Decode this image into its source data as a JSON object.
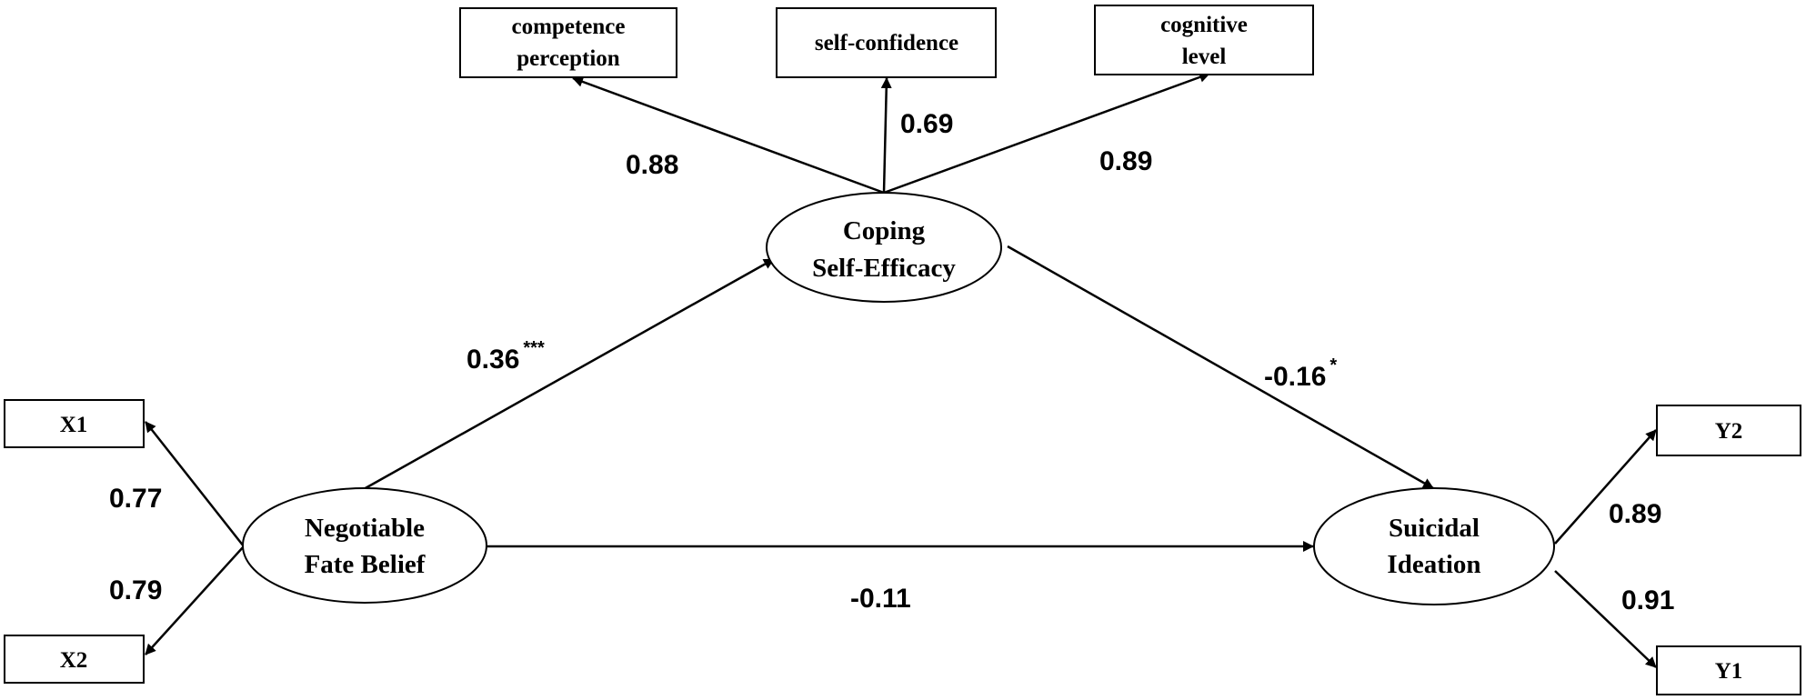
{
  "constructs": {
    "coping": {
      "line1": "Coping",
      "line2": "Self-Efficacy"
    },
    "fate": {
      "line1": "Negotiable",
      "line2": "Fate Belief"
    },
    "suicidal": {
      "line1": "Suicidal",
      "line2": "Ideation"
    }
  },
  "indicators": {
    "competence": {
      "line1": "competence",
      "line2": "perception"
    },
    "self_confidence": {
      "line1": "self-confidence"
    },
    "cognitive": {
      "line1": "cognitive",
      "line2": "level"
    },
    "x1": "X1",
    "x2": "X2",
    "y2": "Y2",
    "y1": "Y1"
  },
  "loadings": {
    "competence": "0.88",
    "self_confidence": "0.69",
    "cognitive": "0.89",
    "x1": "0.77",
    "x2": "0.79",
    "y2": "0.89",
    "y1": "0.91"
  },
  "paths": {
    "fate_to_coping": {
      "value": "0.36",
      "sig": "***"
    },
    "coping_to_suicidal": {
      "value": "-0.16",
      "sig": "*"
    },
    "fate_to_suicidal": {
      "value": "-0.11"
    }
  },
  "colors": {
    "line": "#000000",
    "background": "#ffffff"
  }
}
